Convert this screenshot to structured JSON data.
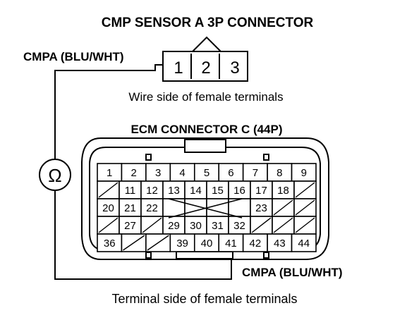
{
  "cmp_connector": {
    "title": "CMP SENSOR A 3P CONNECTOR",
    "terminals": [
      "1",
      "2",
      "3"
    ],
    "wire_label": "CMPA (BLU/WHT)",
    "side_caption": "Wire side of female terminals"
  },
  "ecm_connector": {
    "title": "ECM CONNECTOR C (44P)",
    "wire_label": "CMPA (BLU/WHT)",
    "side_caption": "Terminal side of female terminals",
    "rows": [
      [
        "1",
        "2",
        "3",
        "4",
        "5",
        "6",
        "7",
        "8",
        "9"
      ],
      [
        "",
        "11",
        "12",
        "13",
        "14",
        "15",
        "16",
        "17",
        "18",
        ""
      ],
      [
        "20",
        "21",
        "22",
        "",
        "",
        "",
        "",
        "23",
        "",
        ""
      ],
      [
        "",
        "27",
        "",
        "29",
        "30",
        "31",
        "32",
        "",
        "",
        ""
      ],
      [
        "36",
        "",
        "",
        "39",
        "40",
        "41",
        "42",
        "43",
        "44"
      ]
    ]
  },
  "meter": {
    "symbol": "Ω"
  }
}
